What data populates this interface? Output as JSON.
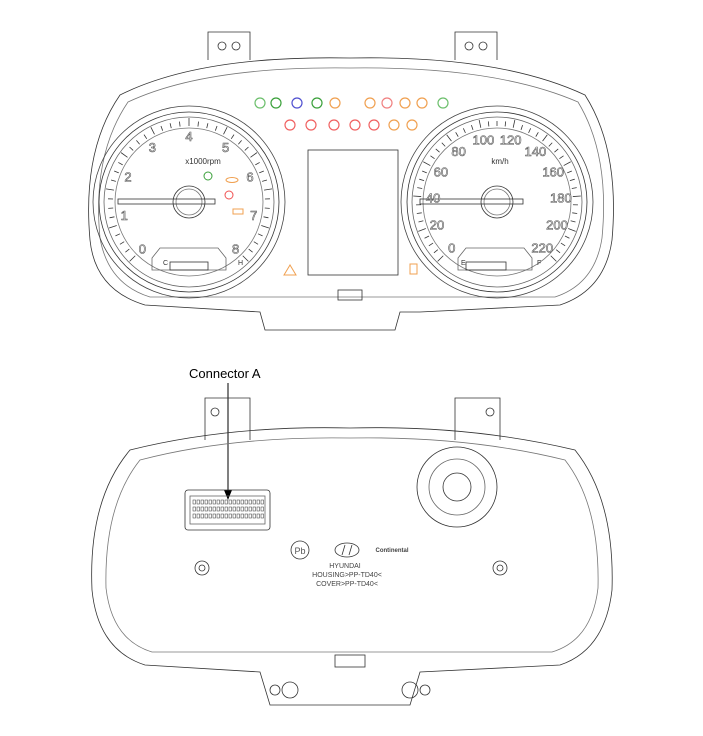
{
  "callout": {
    "label": "Connector A"
  },
  "tachometer": {
    "unit": "x1000rpm",
    "scale": [
      "0",
      "1",
      "2",
      "3",
      "4",
      "5",
      "6",
      "7",
      "8"
    ],
    "temp_low": "C",
    "temp_high": "H"
  },
  "speedometer": {
    "unit": "km/h",
    "scale": [
      "0",
      "20",
      "40",
      "60",
      "80",
      "100",
      "120",
      "140",
      "160",
      "180",
      "200",
      "220"
    ],
    "fuel_empty": "E",
    "fuel_full": "F"
  },
  "warning_lights": {
    "row1": [
      {
        "icon": "turn-left-icon",
        "color": "#6cbf6c"
      },
      {
        "icon": "position-lamp-icon",
        "color": "#3aa03a"
      },
      {
        "icon": "high-beam-icon",
        "color": "#5050d0"
      },
      {
        "icon": "front-fog-icon",
        "color": "#3aa03a"
      },
      {
        "icon": "rear-fog-icon",
        "color": "#f0a050"
      },
      {
        "icon": "immobilizer-icon",
        "color": "#f0a050"
      },
      {
        "icon": "airbag-icon",
        "color": "#f08080"
      },
      {
        "icon": "esp-icon",
        "color": "#f0a050"
      },
      {
        "icon": "esp-off-icon",
        "color": "#f0a050"
      },
      {
        "icon": "turn-right-icon",
        "color": "#6cbf6c"
      }
    ],
    "row2": [
      {
        "icon": "brake-warning-icon",
        "color": "#f06060"
      },
      {
        "icon": "battery-icon",
        "color": "#f06060"
      },
      {
        "icon": "oil-pressure-icon",
        "color": "#f06060"
      },
      {
        "icon": "seatbelt-icon",
        "color": "#f06060"
      },
      {
        "icon": "door-open-icon",
        "color": "#f06060"
      },
      {
        "icon": "check-engine-icon",
        "color": "#f0a050"
      },
      {
        "icon": "abs-icon",
        "color": "#f0a050"
      }
    ]
  },
  "rear_markings": {
    "brand": "HYUNDAI",
    "supplier": "Continental",
    "pb_free": "Pb",
    "housing": "HOUSING>PP-TD40<",
    "cover": "COVER>PP-TD40<"
  }
}
